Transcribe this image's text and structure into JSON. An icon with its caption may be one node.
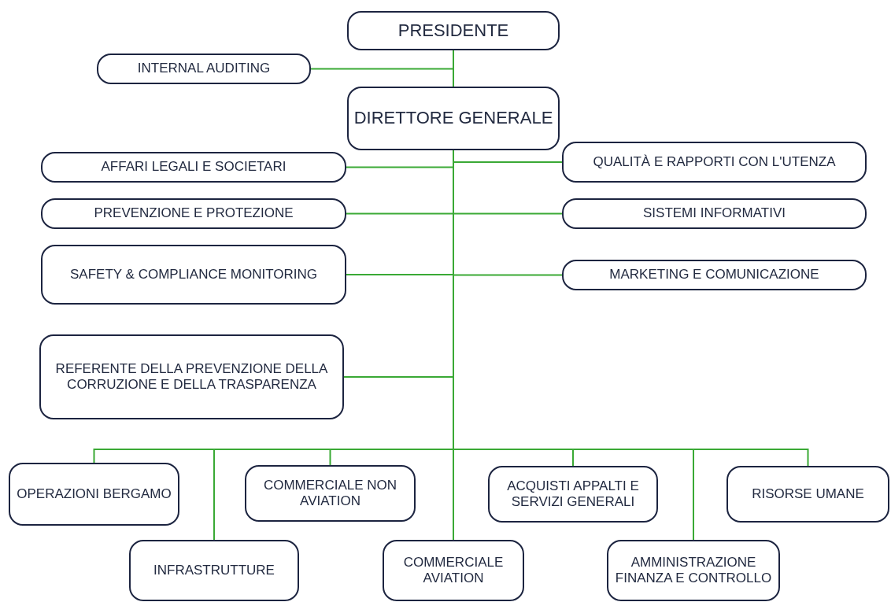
{
  "diagram": {
    "nodes": [
      {
        "text": [
          "PRESIDENTE"
        ]
      },
      {
        "text": [
          "INTERNAL AUDITING"
        ]
      },
      {
        "text": [
          "DIRETTORE GENERALE"
        ]
      },
      {
        "text": [
          "AFFARI LEGALI E SOCIETARI"
        ]
      },
      {
        "text": [
          "QUALITÀ E RAPPORTI CON L'UTENZA"
        ]
      },
      {
        "text": [
          "PREVENZIONE E PROTEZIONE"
        ]
      },
      {
        "text": [
          "SISTEMI INFORMATIVI"
        ]
      },
      {
        "text": [
          "SAFETY & COMPLIANCE MONITORING"
        ]
      },
      {
        "text": [
          "MARKETING E COMUNICAZIONE"
        ]
      },
      {
        "text": [
          "REFERENTE DELLA PREVENZIONE DELLA CORRUZIONE E DELLA TRASPARENZA"
        ]
      },
      {
        "text": [
          "OPERAZIONI BERGAMO"
        ]
      },
      {
        "text": [
          "INFRASTRUTTURE"
        ]
      },
      {
        "text": [
          "COMMERCIALE NON AVIATION"
        ]
      },
      {
        "text": [
          "COMMERCIALE AVIATION"
        ]
      },
      {
        "text": [
          "ACQUISTI APPALTI E SERVIZI GENERALI"
        ]
      },
      {
        "text": [
          "AMMINISTRAZIONE FINANZA E CONTROLLO"
        ]
      },
      {
        "text": [
          "RISORSE UMANE"
        ]
      }
    ],
    "edges": [
      {
        "from": 0,
        "to": 1,
        "arrow": "none"
      },
      {
        "from": 0,
        "to": 2,
        "arrow": "none"
      },
      {
        "from": 2,
        "to": 3,
        "arrow": "none"
      },
      {
        "from": 2,
        "to": 4,
        "arrow": "none"
      },
      {
        "from": 2,
        "to": 5,
        "arrow": "none"
      },
      {
        "from": 2,
        "to": 6,
        "arrow": "none"
      },
      {
        "from": 2,
        "to": 7,
        "arrow": "none"
      },
      {
        "from": 2,
        "to": 8,
        "arrow": "none"
      },
      {
        "from": 2,
        "to": 9,
        "arrow": "none"
      },
      {
        "from": 2,
        "to": 10,
        "arrow": "none"
      },
      {
        "from": 2,
        "to": 11,
        "arrow": "none"
      },
      {
        "from": 2,
        "to": 12,
        "arrow": "none"
      },
      {
        "from": 2,
        "to": 13,
        "arrow": "none"
      },
      {
        "from": 2,
        "to": 14,
        "arrow": "none"
      },
      {
        "from": 2,
        "to": 15,
        "arrow": "none"
      },
      {
        "from": 2,
        "to": 16,
        "arrow": "none"
      }
    ]
  }
}
